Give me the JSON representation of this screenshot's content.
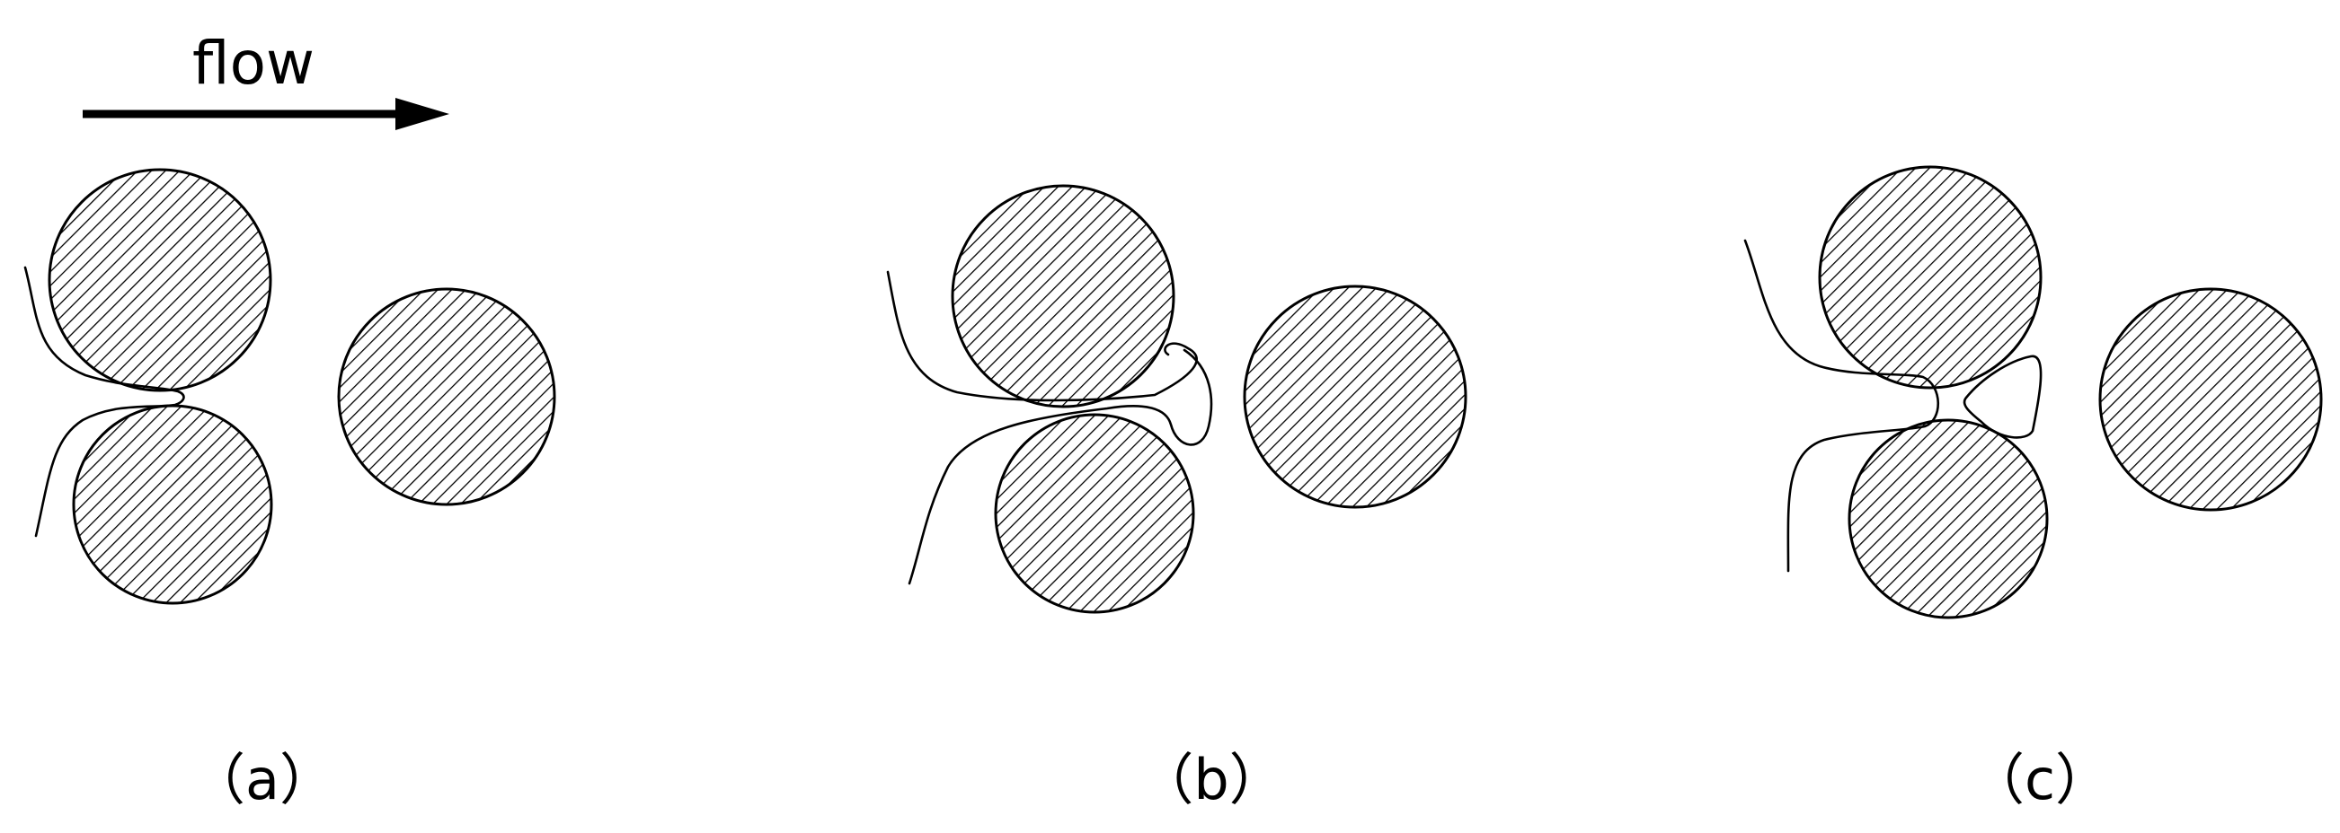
{
  "flow_label": "flow",
  "panels": [
    {
      "id": "a",
      "label": "（a）"
    },
    {
      "id": "b",
      "label": "（b）"
    },
    {
      "id": "c",
      "label": "（c）"
    }
  ]
}
